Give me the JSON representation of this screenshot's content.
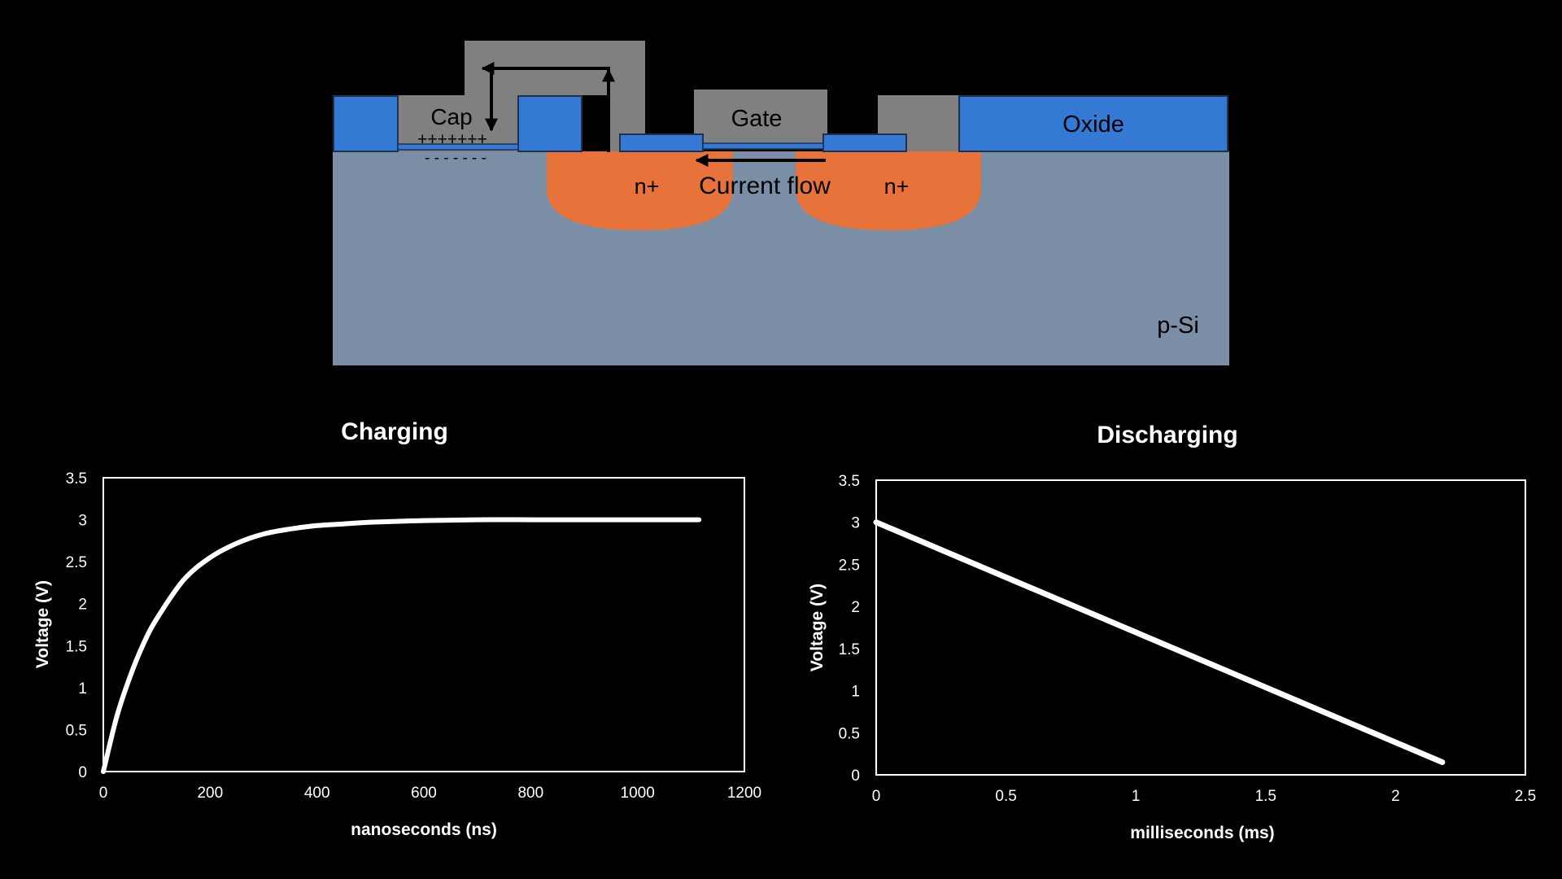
{
  "diagram": {
    "labels": {
      "cap": "Cap",
      "gate": "Gate",
      "oxide": "Oxide",
      "n_plus_left": "n+",
      "n_plus_right": "n+",
      "current_flow": "Current flow",
      "substrate": "p-Si",
      "plus_charges": "+++++++",
      "minus_charges": "- - - - - - -"
    },
    "colors": {
      "oxide": "#3479d4",
      "metal": "#808080",
      "n_plus": "#e8733a",
      "substrate": "#7a8fa6",
      "outline": "#1e3250"
    }
  },
  "chart_data": [
    {
      "type": "line",
      "title": "Charging",
      "xlabel": "nanoseconds (ns)",
      "ylabel": "Voltage (V)",
      "xlim": [
        0,
        1200
      ],
      "ylim": [
        0,
        3.5
      ],
      "xticks": [
        0,
        200,
        400,
        600,
        800,
        1000,
        1200
      ],
      "yticks": [
        0,
        0.5,
        1,
        1.5,
        2,
        2.5,
        3,
        3.5
      ],
      "xtick_labels": [
        "0",
        "200",
        "400",
        "600",
        "800",
        "1000",
        "1200"
      ],
      "ytick_labels": [
        "0",
        "0.5",
        "1",
        "1.5",
        "2",
        "2.5",
        "3",
        "3.5"
      ],
      "series": [
        {
          "color": "#ffffff",
          "x": [
            0,
            25,
            50,
            75,
            100,
            150,
            200,
            250,
            300,
            350,
            400,
            450,
            500,
            600,
            700,
            800,
            900,
            1000,
            1115
          ],
          "y": [
            0,
            0.65,
            1.13,
            1.52,
            1.82,
            2.28,
            2.55,
            2.72,
            2.83,
            2.89,
            2.93,
            2.95,
            2.97,
            2.99,
            3.0,
            3.0,
            3.0,
            3.0,
            3.0
          ]
        }
      ]
    },
    {
      "type": "line",
      "title": "Discharging",
      "xlabel": "milliseconds (ms)",
      "ylabel": "Voltage (V)",
      "xlim": [
        0,
        2.5
      ],
      "ylim": [
        0,
        3.5
      ],
      "xticks": [
        0,
        0.5,
        1,
        1.5,
        2,
        2.5
      ],
      "yticks": [
        0,
        0.5,
        1,
        1.5,
        2,
        2.5,
        3,
        3.5
      ],
      "xtick_labels": [
        "0",
        "0.5",
        "1",
        "1.5",
        "2",
        "2.5"
      ],
      "ytick_labels": [
        "0",
        "0.5",
        "1",
        "1.5",
        "2",
        "2.5",
        "3",
        "3.5"
      ],
      "series": [
        {
          "color": "#ffffff",
          "x": [
            0,
            2.18
          ],
          "y": [
            3.0,
            0.15
          ]
        }
      ]
    }
  ]
}
